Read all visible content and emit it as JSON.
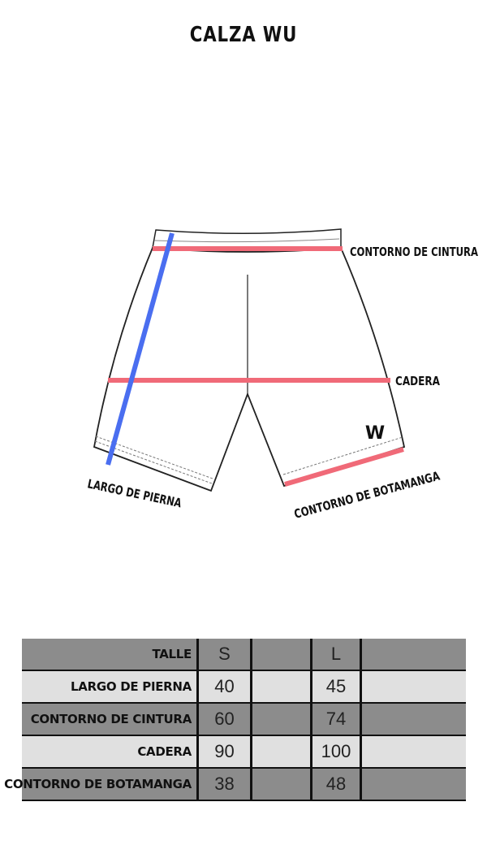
{
  "title": "CALZA WU",
  "diagram": {
    "labels": {
      "waist": "CONTORNO DE CINTURA",
      "hip": "CADERA",
      "leg_length": "LARGO DE PIERNA",
      "hem": "CONTORNO DE BOTAMANGA"
    },
    "logo_text": "W",
    "colors": {
      "measure_red": "#f06a78",
      "measure_blue": "#4a6ef0",
      "outline": "#222222"
    }
  },
  "table": {
    "header": {
      "label": "TALLE",
      "values": [
        "S",
        "",
        "L",
        ""
      ]
    },
    "rows": [
      {
        "label": "LARGO DE PIERNA",
        "values": [
          "40",
          "",
          "45",
          ""
        ]
      },
      {
        "label": "CONTORNO DE CINTURA",
        "values": [
          "60",
          "",
          "74",
          ""
        ]
      },
      {
        "label": "CADERA",
        "values": [
          "90",
          "",
          "100",
          ""
        ]
      },
      {
        "label": "CONTORNO DE BOTAMANGA",
        "values": [
          "38",
          "",
          "48",
          ""
        ]
      }
    ],
    "colors": {
      "dark_row": "#8c8c8c",
      "light_row": "#e0e0e0"
    }
  }
}
